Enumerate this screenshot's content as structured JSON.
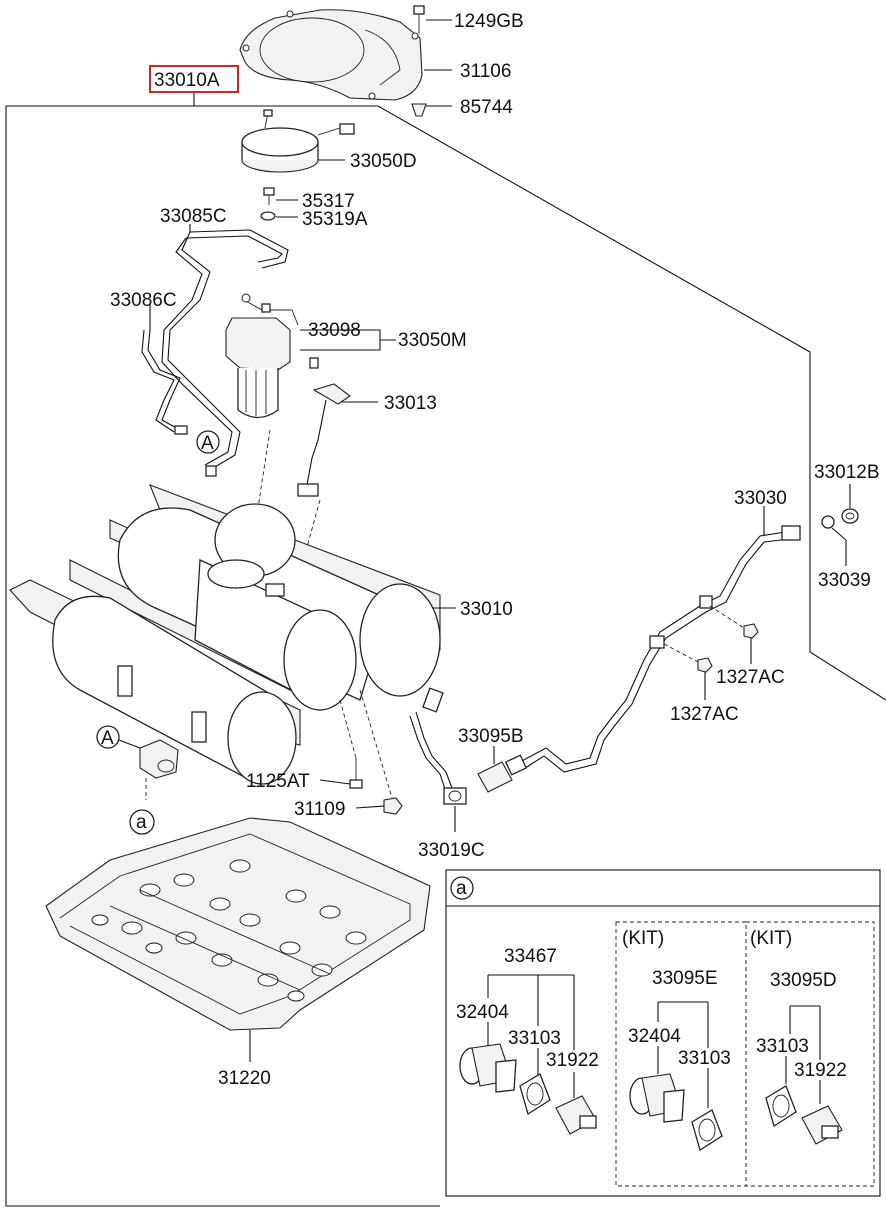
{
  "main_part": {
    "code": "33010A",
    "highlight_color": "#e0201c"
  },
  "part_labels": {
    "p1249GB": "1249GB",
    "p31106": "31106",
    "p85744": "85744",
    "p33050D": "33050D",
    "p35317": "35317",
    "p35319A": "35319A",
    "p33085C": "33085C",
    "p33086C": "33086C",
    "p33098": "33098",
    "p33050M": "33050M",
    "p33013": "33013",
    "p33012B": "33012B",
    "p33030": "33030",
    "p33039": "33039",
    "p33010": "33010",
    "p1327AC_a": "1327AC",
    "p1327AC_b": "1327AC",
    "p33095B": "33095B",
    "p1125AT": "1125AT",
    "p31109": "31109",
    "p33019C": "33019C",
    "p31220": "31220"
  },
  "callouts": {
    "A_top": "A",
    "A_left": "A",
    "a_left": "a"
  },
  "detail_box": {
    "callout": "a",
    "group_main": {
      "p33467": "33467",
      "p32404": "32404",
      "p33103": "33103",
      "p31922": "31922"
    },
    "kit_e": {
      "kit_label": "(KIT)",
      "p33095E": "33095E",
      "p32404": "32404",
      "p33103": "33103"
    },
    "kit_d": {
      "kit_label": "(KIT)",
      "p33095D": "33095D",
      "p33103": "33103",
      "p31922": "31922"
    }
  }
}
